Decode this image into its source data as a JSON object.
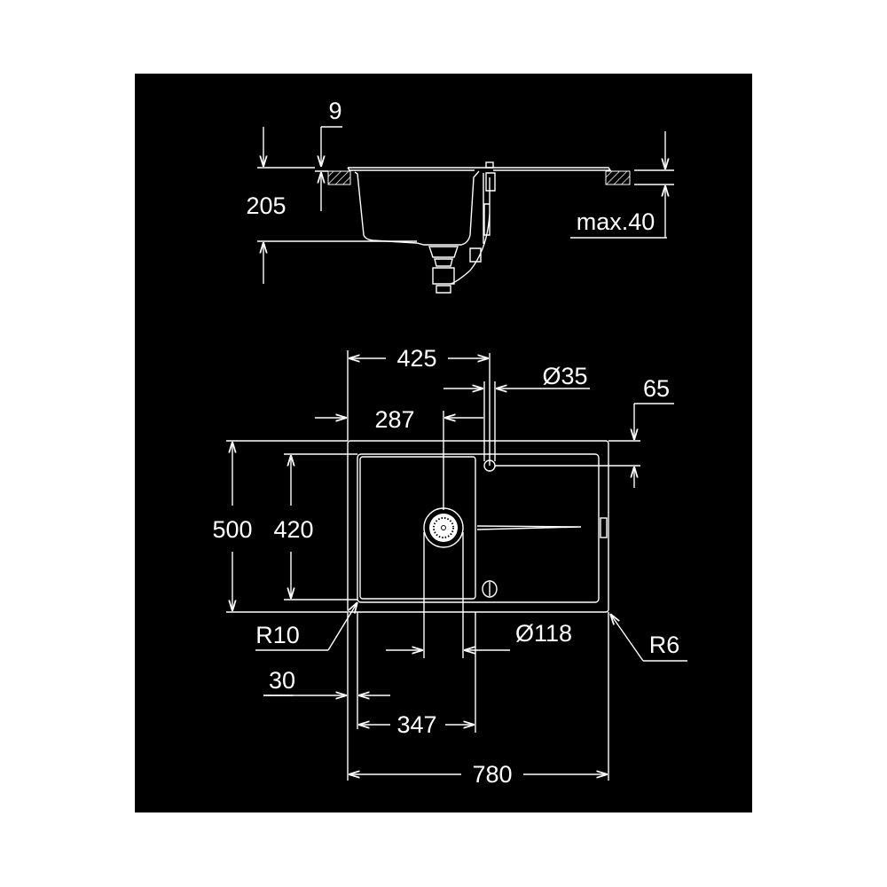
{
  "colors": {
    "background": "#000000",
    "lines": "#ffffff",
    "page": "#ffffff"
  },
  "side_view": {
    "dim_depth": "205",
    "dim_rim": "9",
    "dim_worktop": "max.40"
  },
  "plan_view": {
    "dim_bowl_width": "425",
    "dim_tap_hole": "Ø35",
    "dim_drain_offset": "287",
    "dim_tap_offset": "65",
    "dim_depth_outer": "500",
    "dim_depth_inner": "420",
    "radius_inner": "R10",
    "radius_outer": "R6",
    "dim_drain": "Ø118",
    "dim_edge": "30",
    "dim_bowl_inner": "347",
    "dim_total_width": "780"
  }
}
